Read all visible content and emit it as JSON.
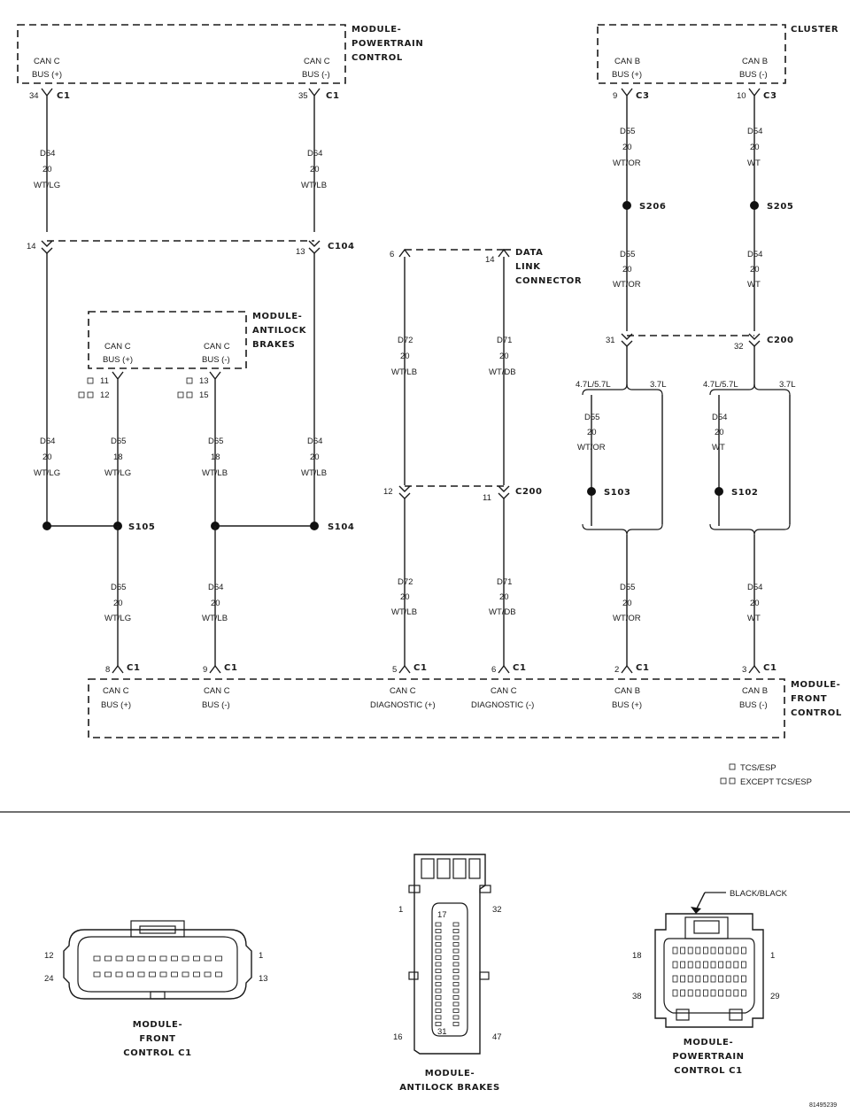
{
  "modules": {
    "pcm": {
      "title": [
        "MODULE-",
        "POWERTRAIN",
        "CONTROL"
      ],
      "pin1": [
        "CAN C",
        "BUS (+)"
      ],
      "pin2": [
        "CAN C",
        "BUS (-)"
      ]
    },
    "cluster": {
      "title": [
        "CLUSTER"
      ],
      "pin1": [
        "CAN B",
        "BUS (+)"
      ],
      "pin2": [
        "CAN B",
        "BUS (-)"
      ]
    },
    "abs": {
      "title": [
        "MODULE-",
        "ANTILOCK",
        "BRAKES"
      ],
      "pin1": [
        "CAN C",
        "BUS (+)"
      ],
      "pin2": [
        "CAN C",
        "BUS (-)"
      ]
    },
    "dlc": {
      "title": [
        "DATA",
        "LINK",
        "CONNECTOR"
      ]
    },
    "fcm": {
      "title": [
        "MODULE-",
        "FRONT",
        "CONTROL"
      ],
      "pins": [
        [
          "CAN C",
          "BUS (+)"
        ],
        [
          "CAN C",
          "BUS (-)"
        ],
        [
          "CAN C",
          "DIAGNOSTIC (+)"
        ],
        [
          "CAN C",
          "DIAGNOSTIC (-)"
        ],
        [
          "CAN B",
          "BUS (+)"
        ],
        [
          "CAN B",
          "BUS (-)"
        ]
      ]
    }
  },
  "connector_labels": {
    "c1": "C1",
    "c3": "C3",
    "c104": "C104",
    "c200": "C200",
    "s105": "S105",
    "s104": "S104",
    "s206": "S206",
    "s205": "S205",
    "s103": "S103",
    "s102": "S102"
  },
  "pin_numbers": {
    "pcm_plus": "34",
    "pcm_minus": "35",
    "cl_plus": "9",
    "cl_minus": "10",
    "c104_left": "14",
    "c104_right": "13",
    "dlc_left": "6",
    "dlc_right": "14",
    "c200_top_left": "31",
    "c200_top_right": "32",
    "abs_a": "11",
    "abs_b": "12",
    "abs_c": "13",
    "abs_d": "15",
    "c200_mid_left": "12",
    "c200_mid_right": "11",
    "fcm": [
      "8",
      "9",
      "5",
      "6",
      "2",
      "3"
    ]
  },
  "wires": {
    "d64_wtlg": [
      "D64",
      "20",
      "WT/LG"
    ],
    "d64_wtlb": [
      "D64",
      "20",
      "WT/LB"
    ],
    "d55_wtor": [
      "D55",
      "20",
      "WT/OR"
    ],
    "d54_wt": [
      "D54",
      "20",
      "WT"
    ],
    "d72_wtlb": [
      "D72",
      "20",
      "WT/LB"
    ],
    "d71_wtdb": [
      "D71",
      "20",
      "WT/DB"
    ],
    "d65_18_wtlg": [
      "D65",
      "18",
      "WT/LG"
    ],
    "d65_18_wtlb": [
      "D65",
      "18",
      "WT/LB"
    ],
    "d64_wtlg_abs": [
      "D64",
      "20",
      "WT/LG"
    ],
    "d64_wtlb_abs": [
      "D64",
      "20",
      "WT/LB"
    ],
    "d65_20_wtlg": [
      "D65",
      "20",
      "WT/LG"
    ],
    "d64_20_wtlb": [
      "D64",
      "20",
      "WT/LB"
    ],
    "d72_wtlb_low": [
      "D72",
      "20",
      "WT/LB"
    ],
    "d71_wtdb_low": [
      "D71",
      "20",
      "WT/DB"
    ],
    "d55_wtor_low": [
      "D55",
      "20",
      "WT/OR"
    ],
    "d54_wt_low": [
      "D54",
      "20",
      "WT"
    ]
  },
  "engine_options": {
    "opt_a": "4.7L/5.7L",
    "opt_b": "3.7L"
  },
  "legend": {
    "tcs": "TCS/ESP",
    "except": "EXCEPT TCS/ESP"
  },
  "connectors_views": {
    "fcm_c1": {
      "title": [
        "MODULE-",
        "FRONT",
        "CONTROL C1"
      ],
      "pins": [
        "12",
        "1",
        "24",
        "13"
      ]
    },
    "abs": {
      "title": [
        "MODULE-",
        "ANTILOCK BRAKES"
      ],
      "pins": [
        "1",
        "32",
        "17",
        "16",
        "31",
        "47"
      ]
    },
    "pcm_c1": {
      "title": [
        "MODULE-",
        "POWERTRAIN",
        "CONTROL C1"
      ],
      "color_label": "BLACK/BLACK",
      "pins": [
        "18",
        "1",
        "38",
        "29"
      ]
    }
  },
  "figure_id": "81495239",
  "colors": {
    "ink": "#1a1a1a",
    "background": "#ffffff"
  }
}
